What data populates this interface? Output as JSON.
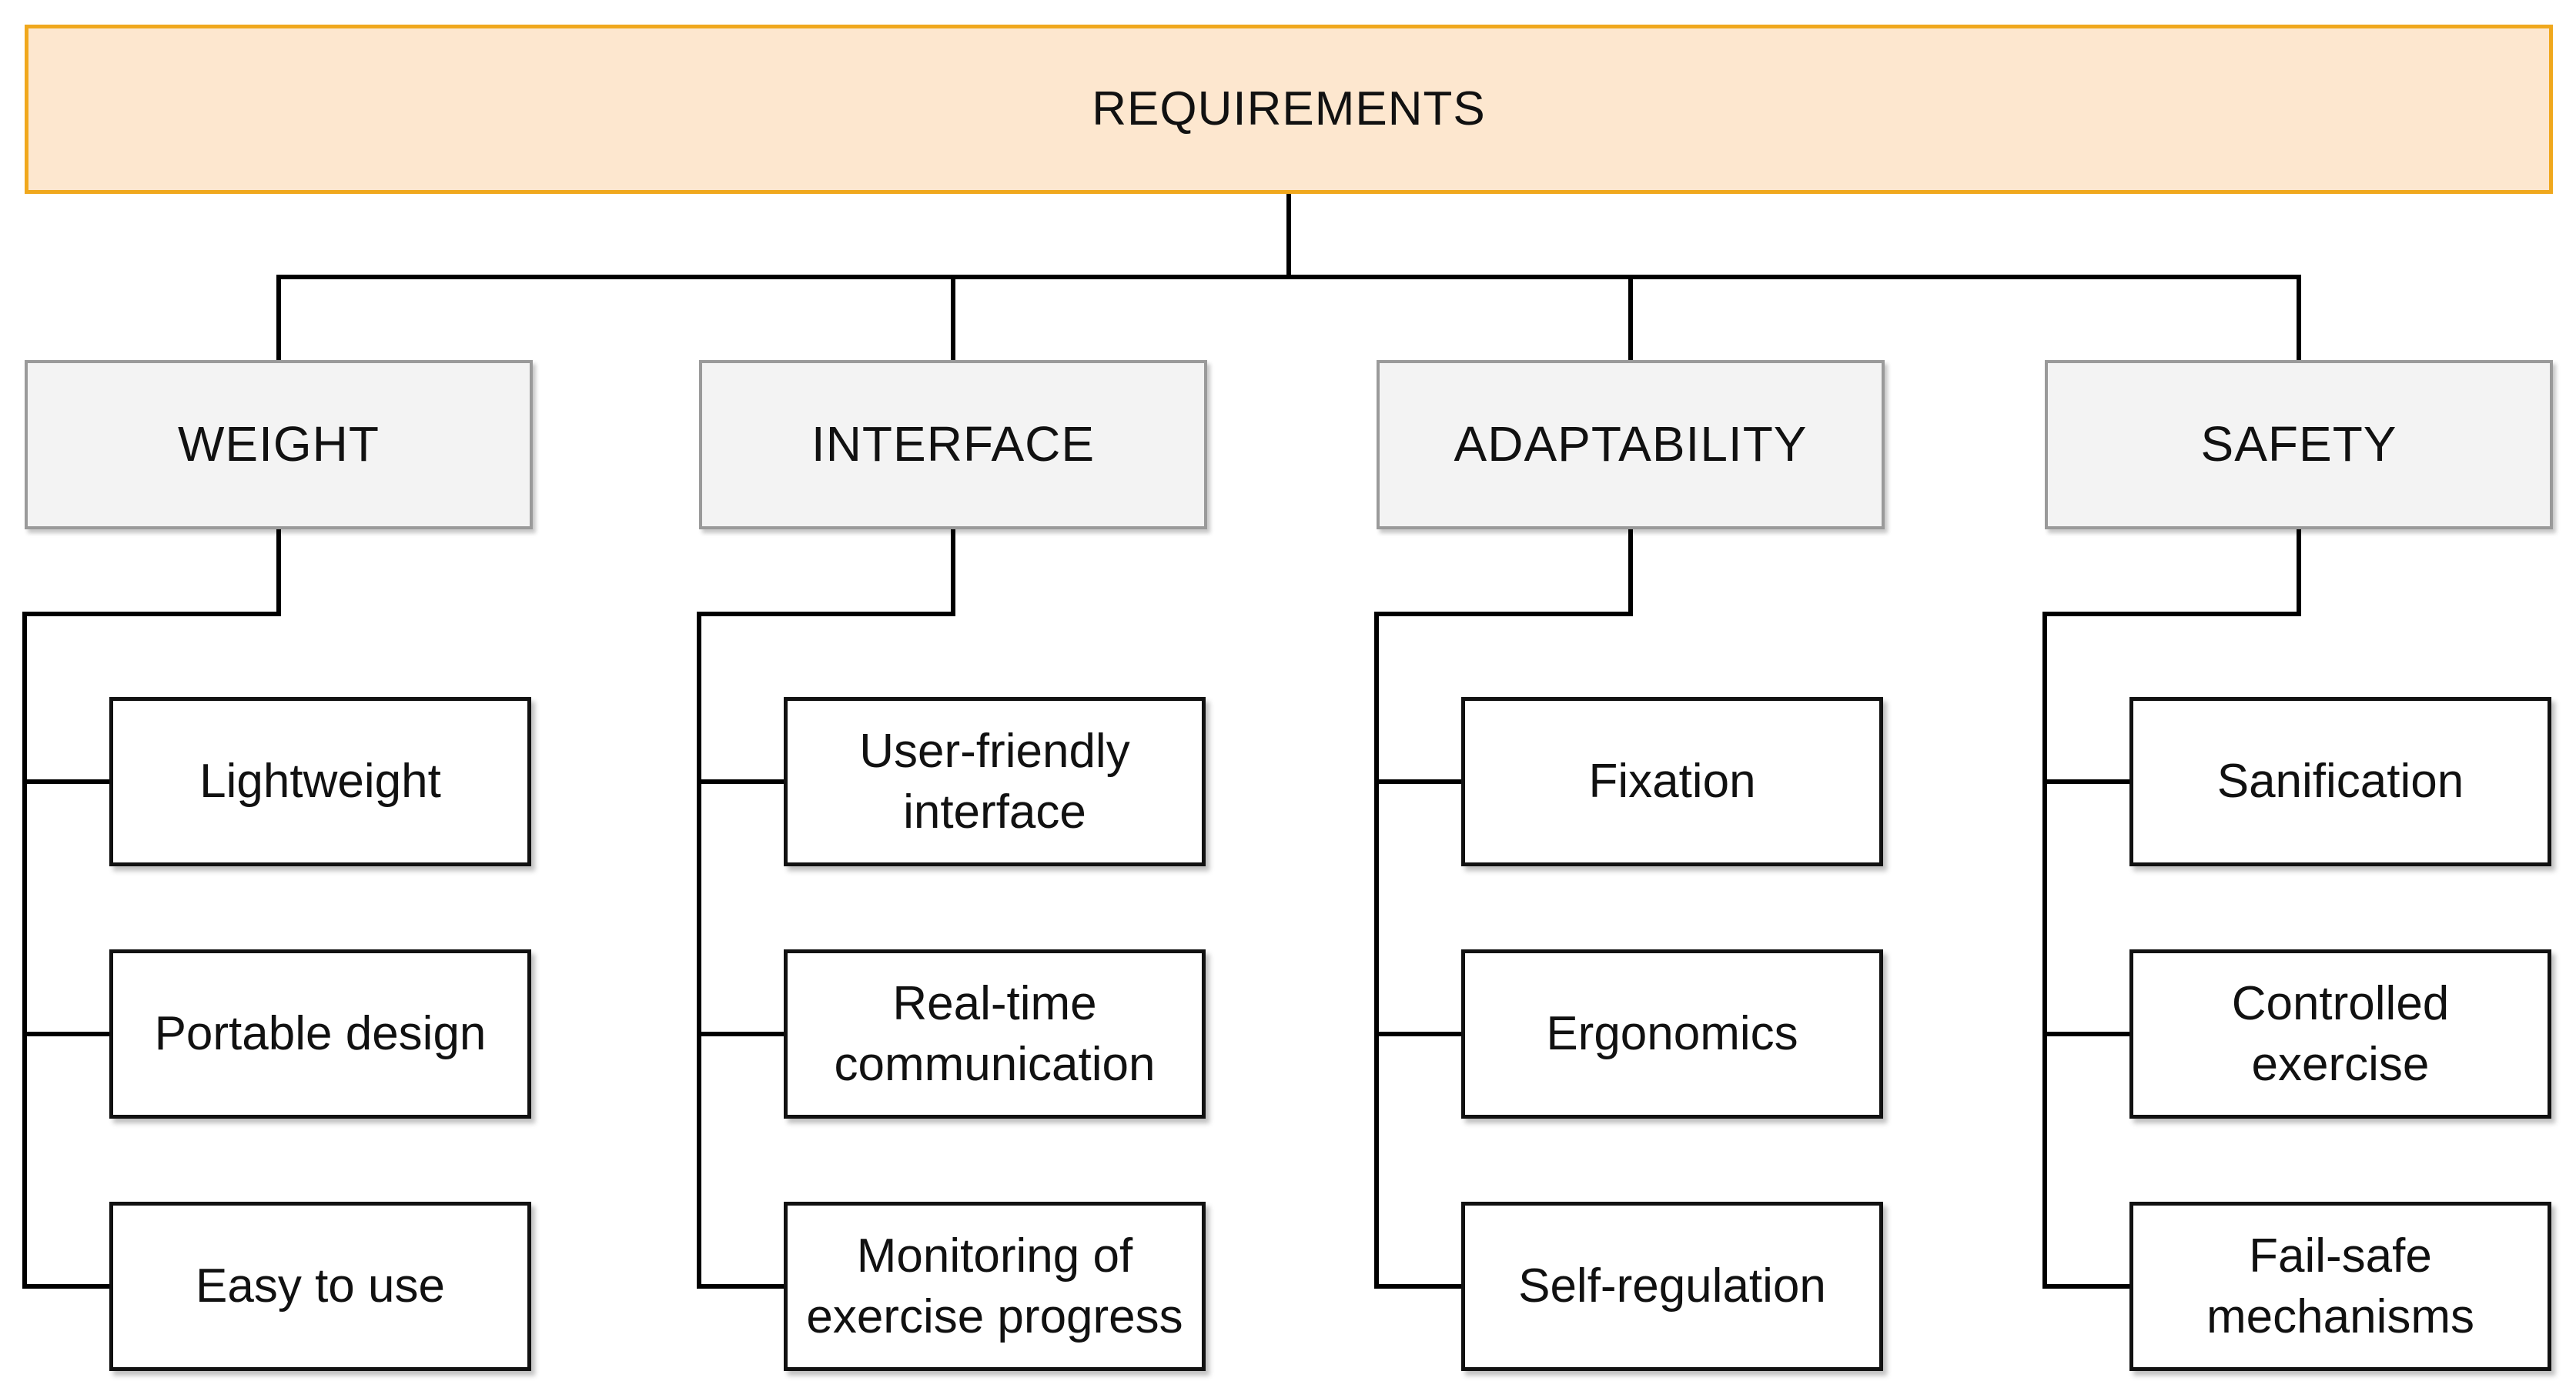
{
  "diagram": {
    "root": {
      "label": "REQUIREMENTS",
      "fill": "#fde7cf",
      "border": "#f0a81d"
    },
    "category_fill": "#f3f3f3",
    "item_fill": "#ffffff",
    "categories": [
      {
        "label": "WEIGHT",
        "items": [
          "Lightweight",
          "Portable design",
          "Easy to use"
        ]
      },
      {
        "label": "INTERFACE",
        "items": [
          "User-friendly\ninterface",
          "Real-time\ncommunication",
          "Monitoring of\nexercise progress"
        ]
      },
      {
        "label": "ADAPTABILITY",
        "items": [
          "Fixation",
          "Ergonomics",
          "Self-regulation"
        ]
      },
      {
        "label": "SAFETY",
        "items": [
          "Sanification",
          "Controlled\nexercise",
          "Fail-safe\nmechanisms"
        ]
      }
    ]
  }
}
